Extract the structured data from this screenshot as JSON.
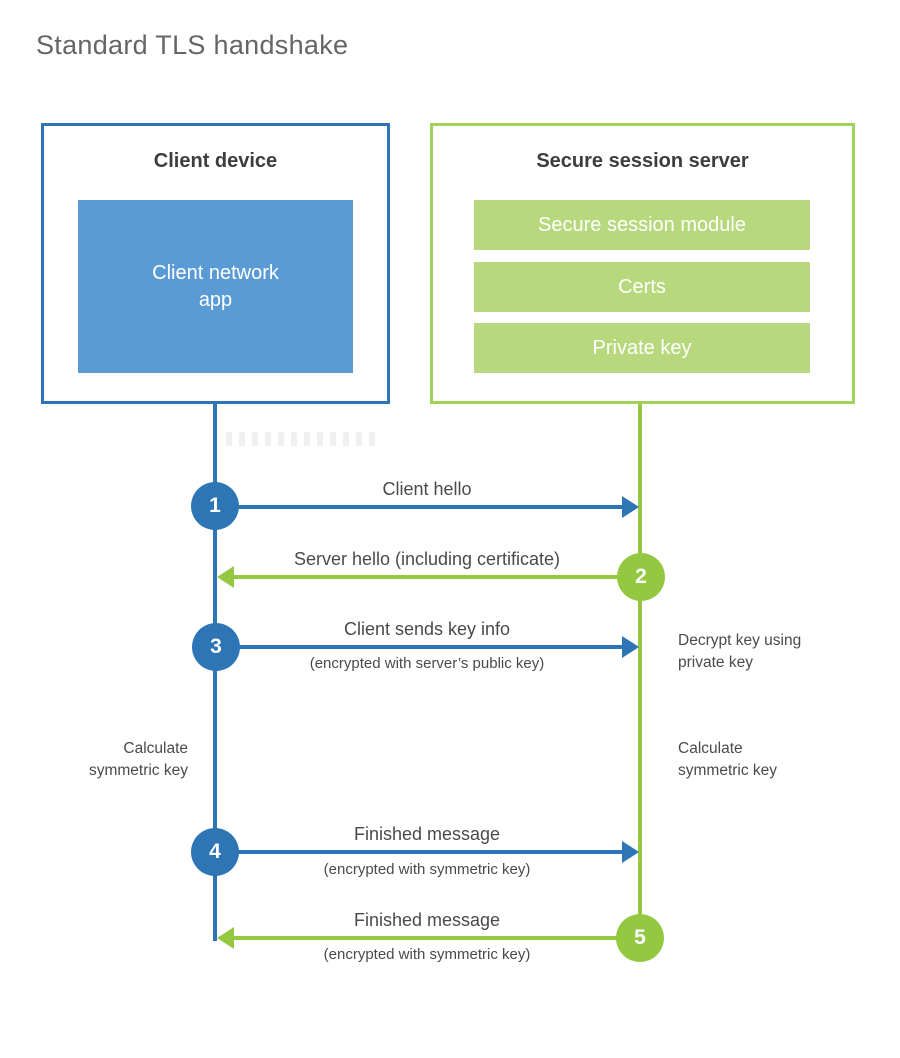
{
  "title": "Standard TLS handshake",
  "colors": {
    "blue": "#2e75b6",
    "blue_fill": "#5b9bd5",
    "green": "#94c840",
    "green_border": "#a0d35c",
    "green_fill": "#b7d87d",
    "heading_text": "#3d3d3d",
    "label_text": "#4a4a4a"
  },
  "client_box": {
    "title": "Client device",
    "app_lines": [
      "Client network",
      "app"
    ]
  },
  "server_box": {
    "title": "Secure session server",
    "modules": [
      "Secure session module",
      "Certs",
      "Private key"
    ]
  },
  "steps": [
    {
      "num": "1",
      "label": "Client hello"
    },
    {
      "num": "2",
      "label": "Server hello (including certificate)"
    },
    {
      "num": "3",
      "label": "Client sends key info",
      "sub": "(encrypted with server’s public key)"
    },
    {
      "num": "4",
      "label": "Finished message",
      "sub": "(encrypted with symmetric key)"
    },
    {
      "num": "5",
      "label": "Finished message",
      "sub": "(encrypted with symmetric key)"
    }
  ],
  "side_notes": {
    "decrypt": [
      "Decrypt key using",
      "private key"
    ],
    "calc_left": [
      "Calculate",
      "symmetric key"
    ],
    "calc_right": [
      "Calculate",
      "symmetric key"
    ]
  }
}
